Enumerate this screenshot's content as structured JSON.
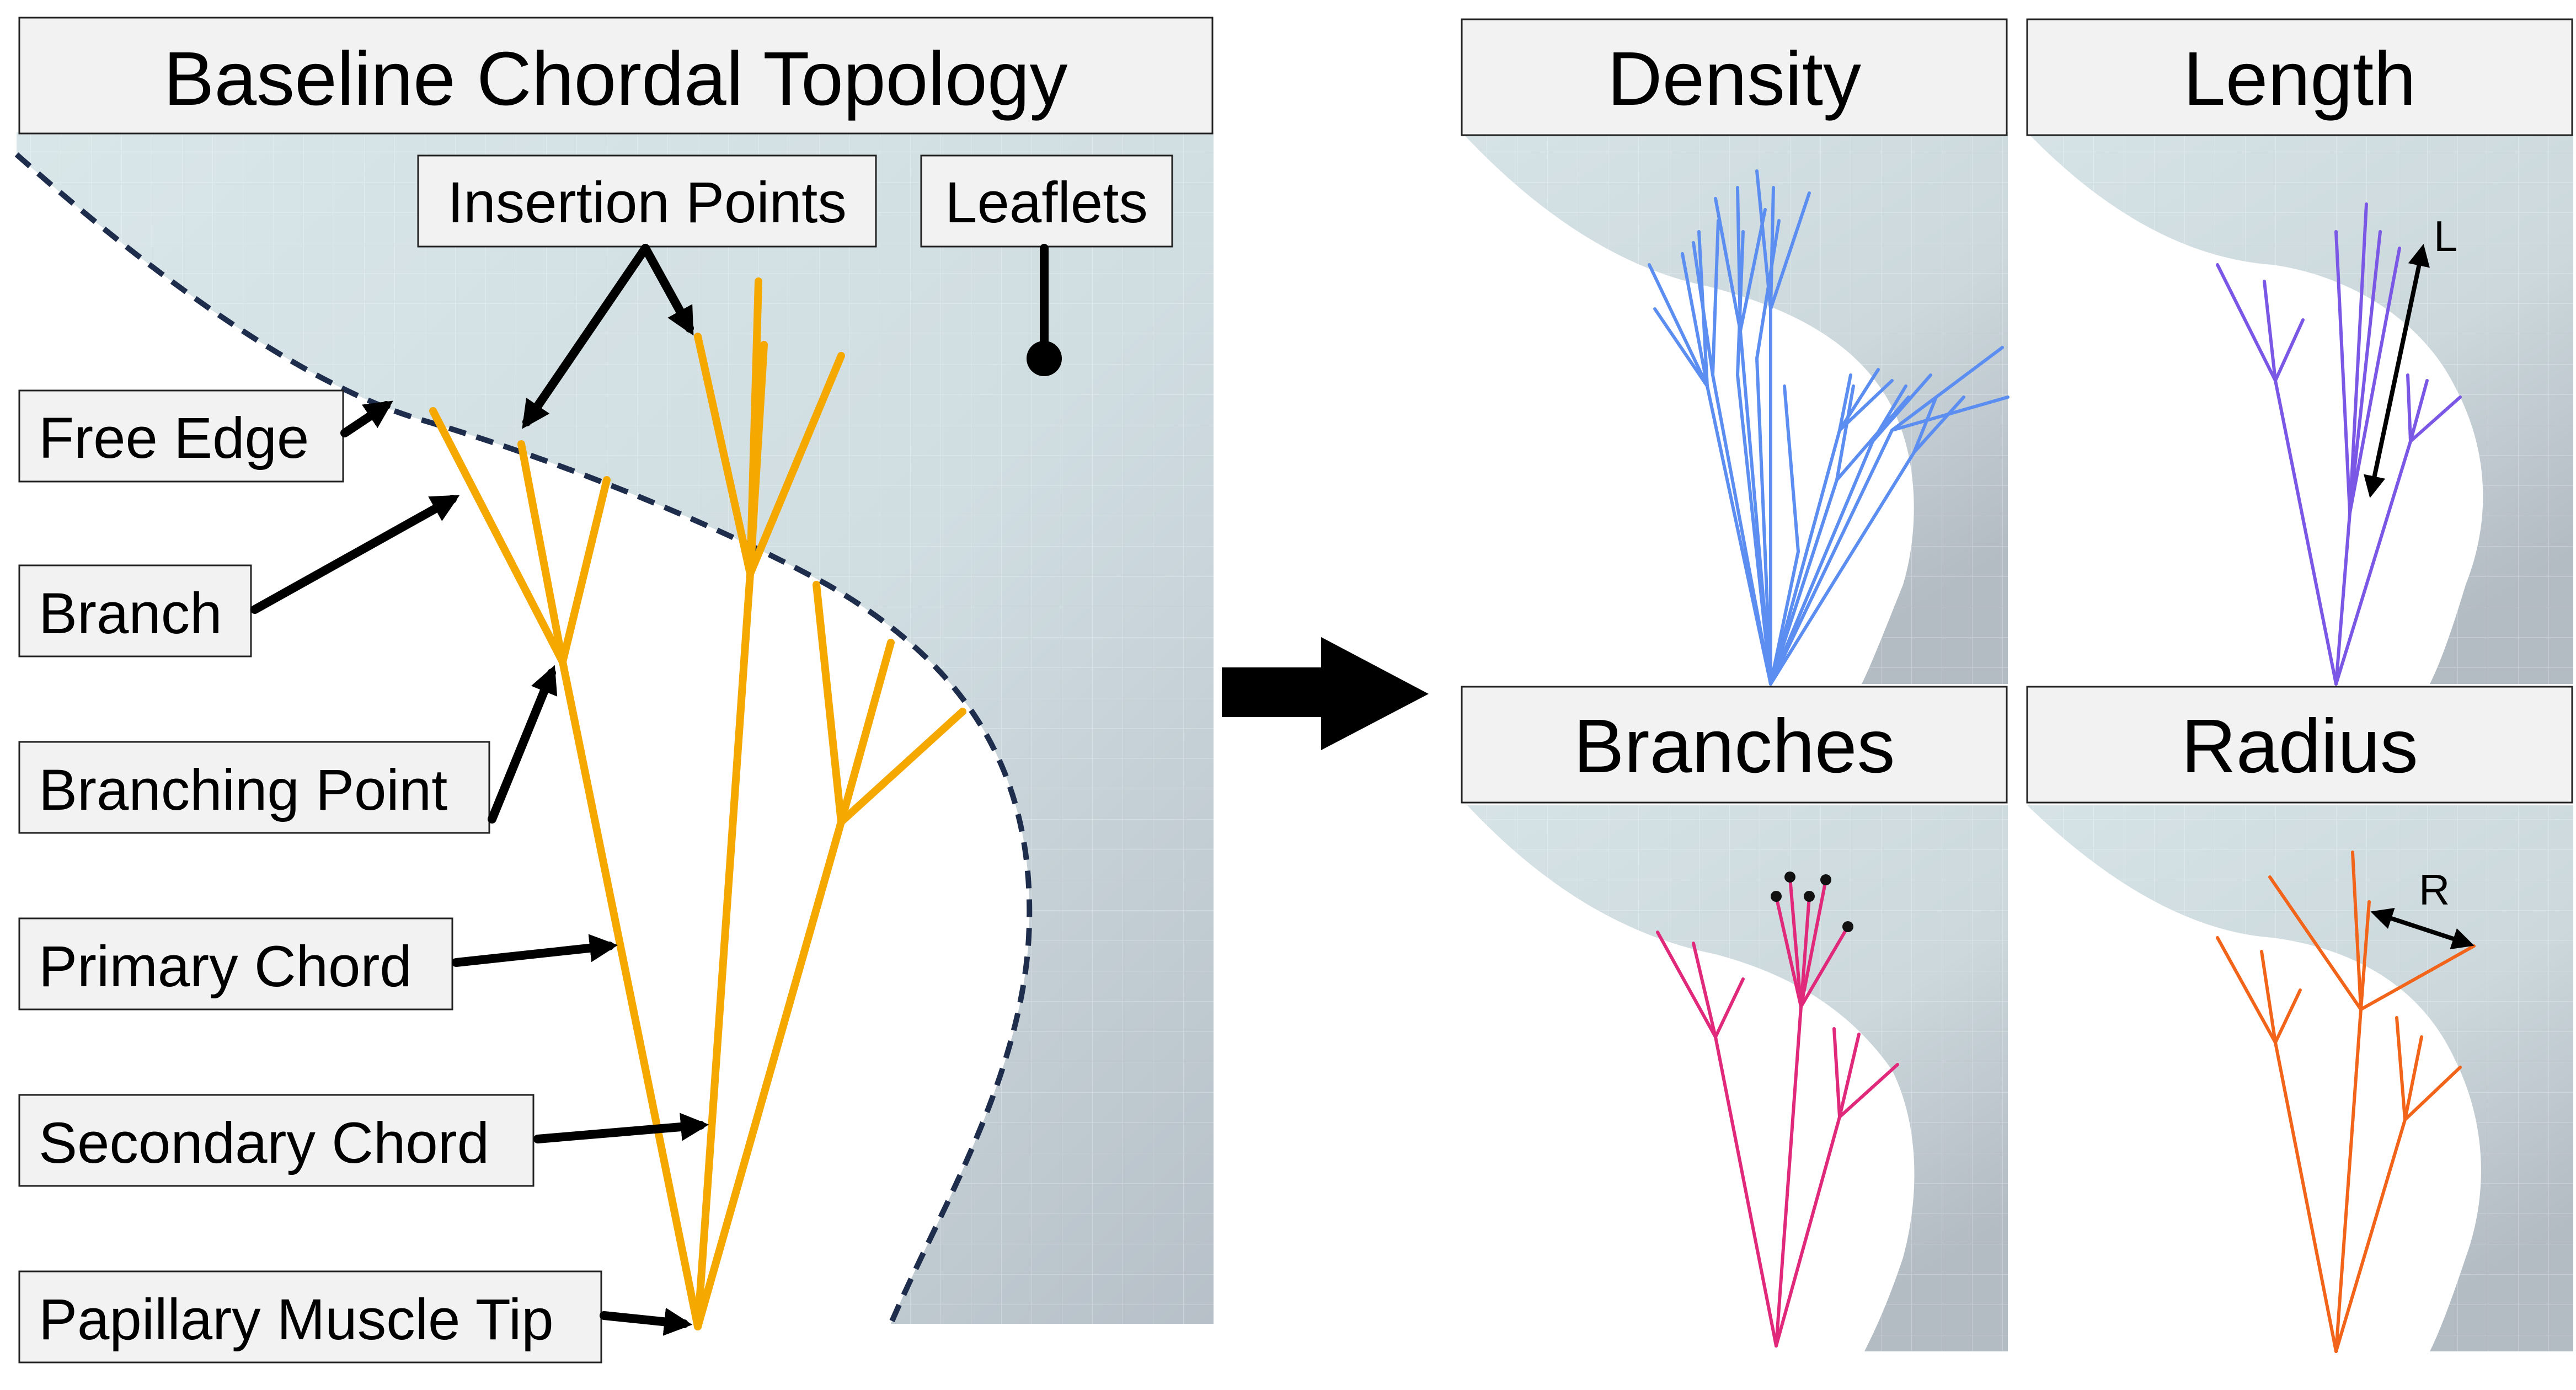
{
  "main_panel": {
    "title": "Baseline Chordal Topology",
    "labels": {
      "insertion_points": "Insertion Points",
      "leaflets": "Leaflets",
      "free_edge": "Free Edge",
      "branch": "Branch",
      "branching_point": "Branching Point",
      "primary_chord": "Primary Chord",
      "secondary_chord": "Secondary Chord",
      "papillary_muscle_tip": "Papillary Muscle Tip"
    }
  },
  "panels": {
    "density": {
      "title": "Density"
    },
    "length": {
      "title": "Length",
      "annotation": "L"
    },
    "branches": {
      "title": "Branches"
    },
    "radius": {
      "title": "Radius",
      "annotation": "R"
    }
  },
  "colors": {
    "leaflet": "#d5e3e6",
    "muscle": "#b9c2ca",
    "free_edge": "#1f2d4d",
    "baseline_chords": "#f5a800",
    "density_chords": "#5b8ef0",
    "length_chords": "#7b57e6",
    "branches_chords": "#e0297a",
    "radius_chords": "#f26419"
  }
}
